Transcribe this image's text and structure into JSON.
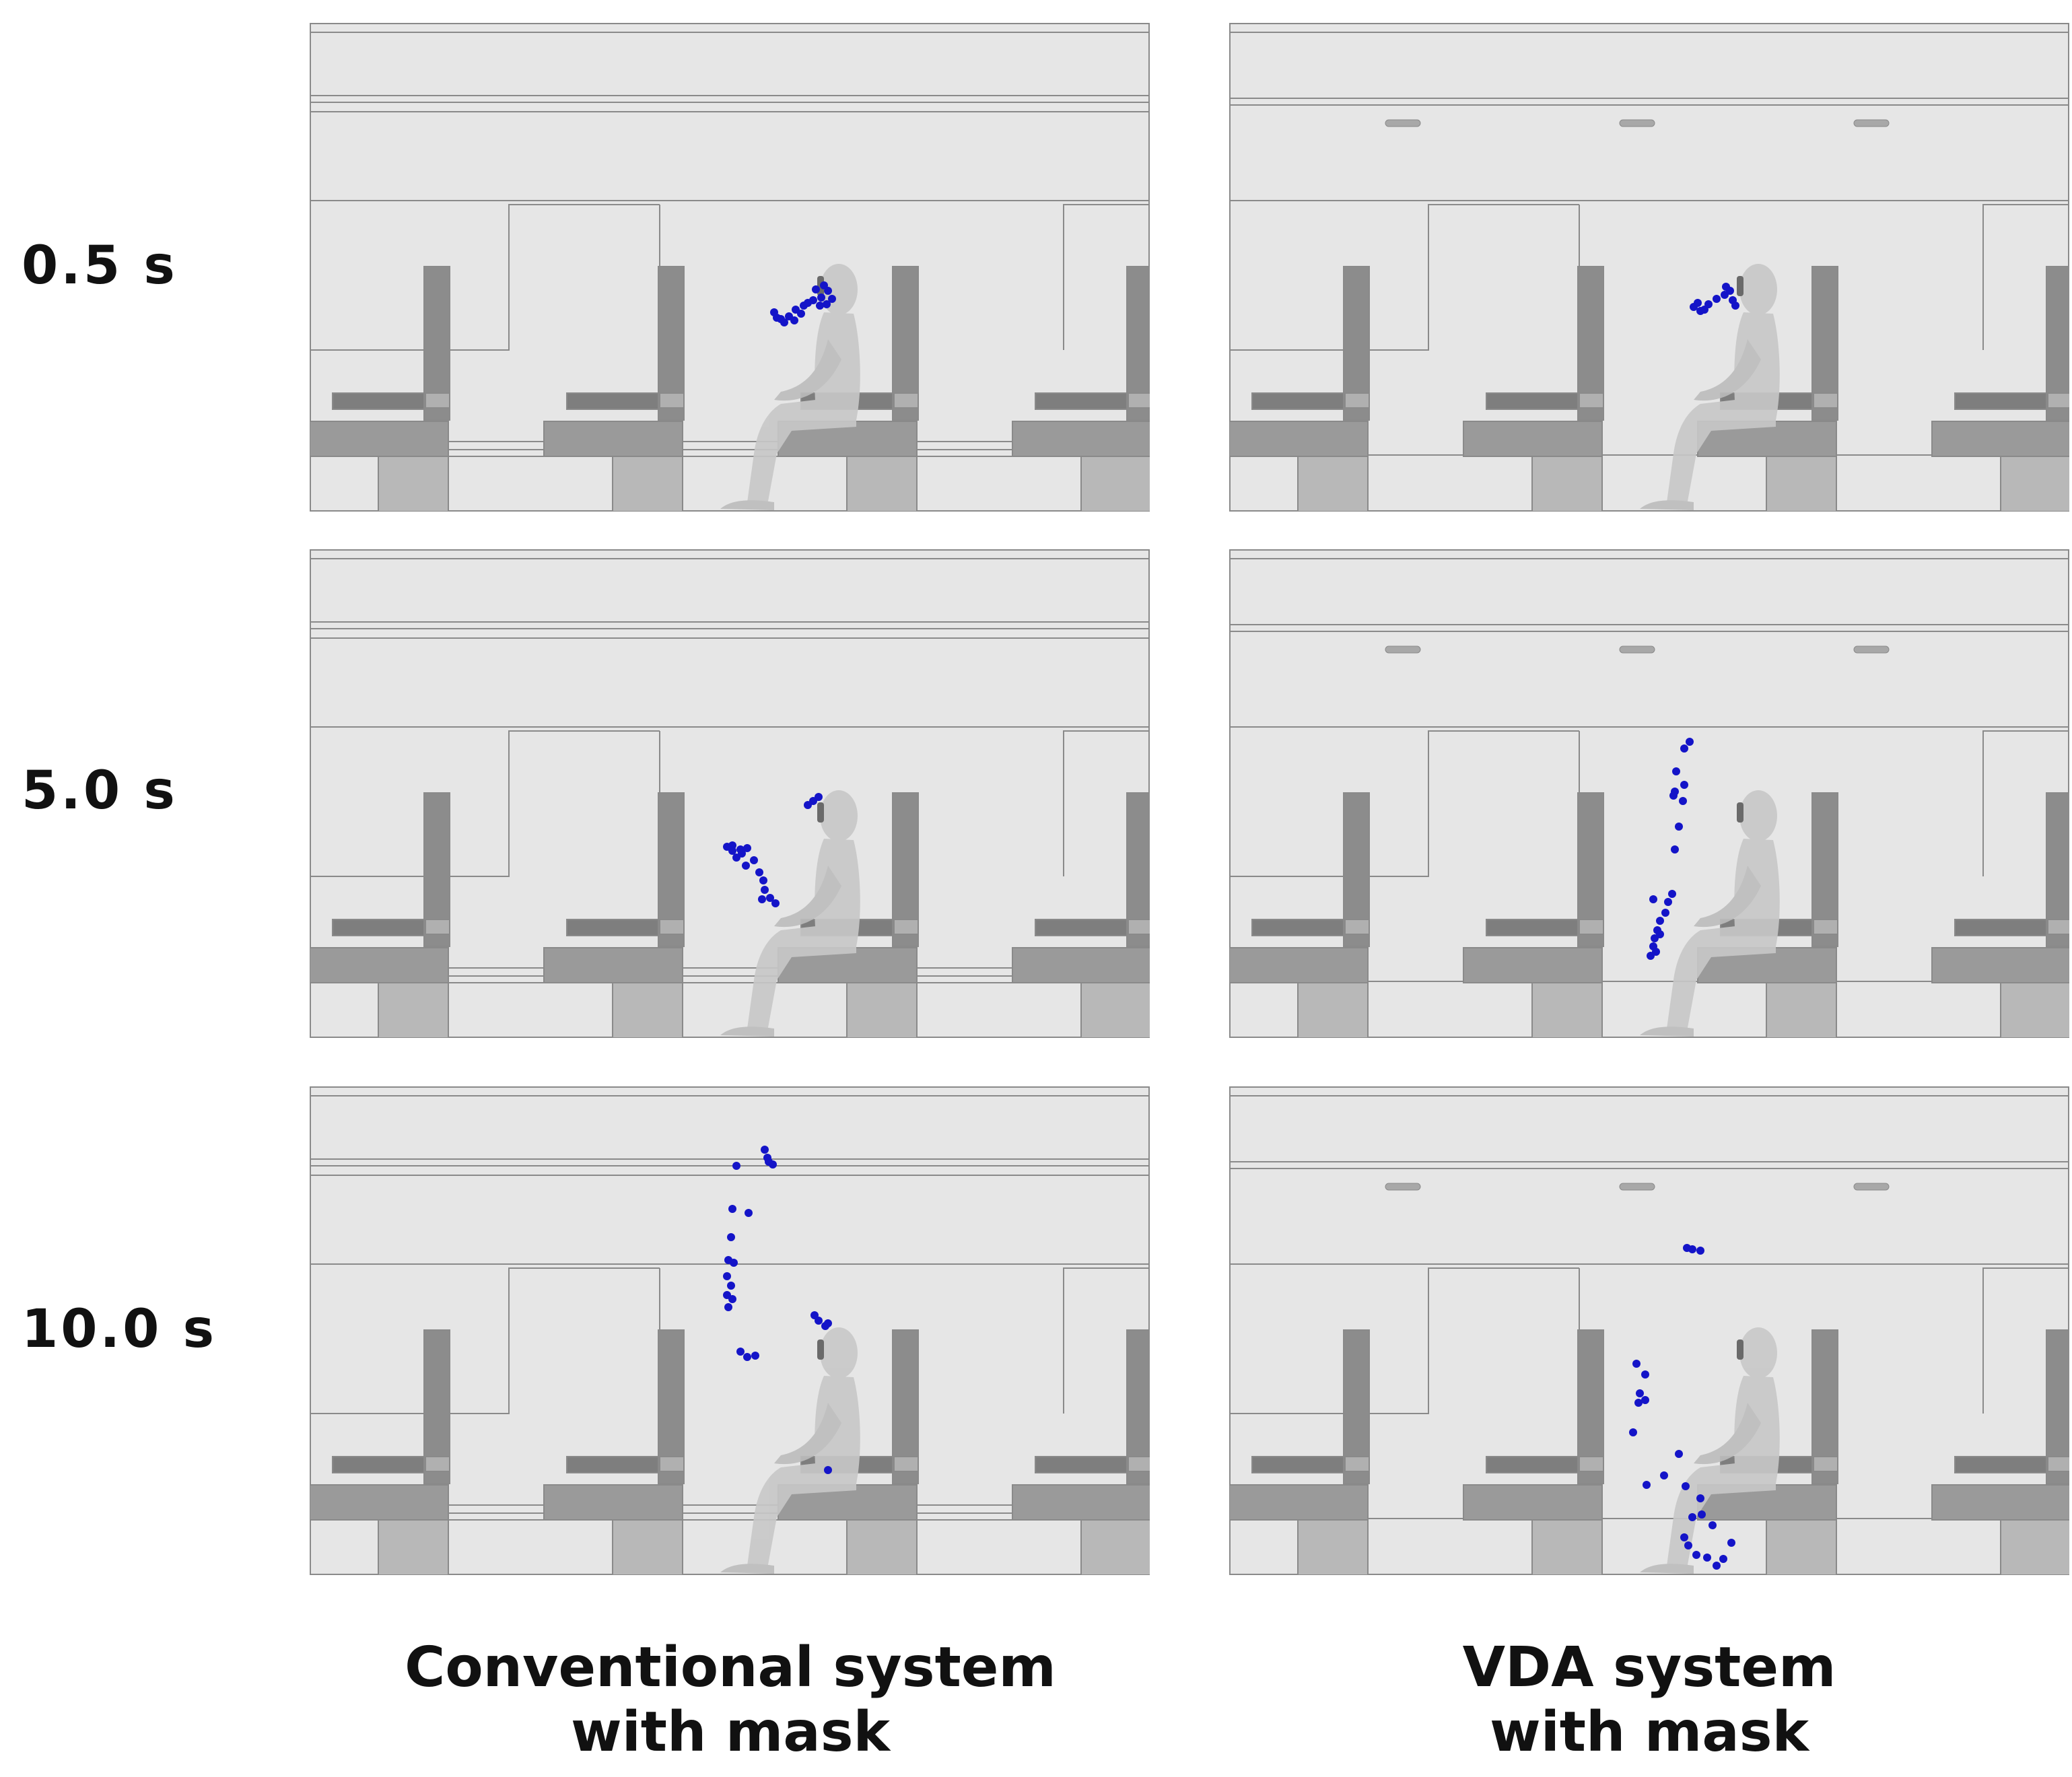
{
  "rows": [
    {
      "label": "0.5 s"
    },
    {
      "label": "5.0 s"
    },
    {
      "label": "10.0 s"
    }
  ],
  "columns": [
    {
      "title_line1": "Conventional system",
      "title_line2": "with mask",
      "ceiling_diffusers": false
    },
    {
      "title_line1": "VDA system",
      "title_line2": "with mask",
      "ceiling_diffusers": true
    }
  ],
  "colors": {
    "background": "#e6e6e6",
    "outline": "#8a8a8a",
    "seat_back": "#8c8c8c",
    "seat_base": "#b8b8b8",
    "armrest": "#7e7e7e",
    "passenger": "#c8c8c8",
    "particle": "#1414c8"
  }
}
